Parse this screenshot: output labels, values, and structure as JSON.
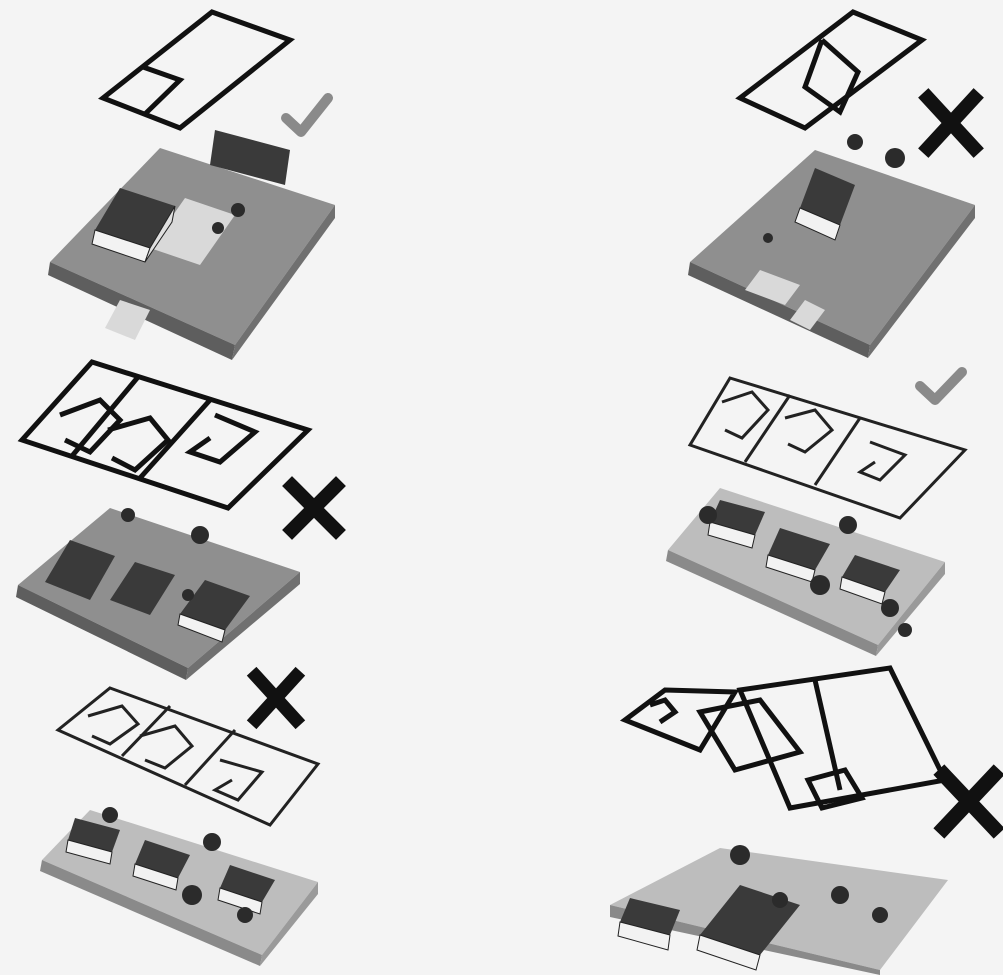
{
  "colors": {
    "background": "#f4f4f4",
    "outline": "#111111",
    "check_mark": "#8a8a8a",
    "cross_mark": "#111111",
    "ground": "#8f8f8f",
    "lawn": "#bdbdbd",
    "road": "#d9d9d9",
    "building_wall": "#f2f2f2",
    "building_roof": "#3a3a3a",
    "tree": "#2b2b2b"
  },
  "panels": [
    {
      "id": "top-left",
      "plan": "single-lot-footprint-corner",
      "model": "single-house-on-lot",
      "verdict": "correct",
      "icon": "check-icon"
    },
    {
      "id": "top-right",
      "plan": "single-lot-footprint-diagonal",
      "model": "single-house-on-lot",
      "verdict": "incorrect",
      "icon": "cross-icon"
    },
    {
      "id": "middle-left",
      "plan": "three-lot-footprints",
      "model": "three-house-street",
      "verdict": "incorrect",
      "icon": "cross-icon"
    },
    {
      "id": "middle-right",
      "plan": "three-lot-footprints",
      "model": "three-house-street",
      "verdict": "correct",
      "icon": "check-icon"
    },
    {
      "id": "bottom-left",
      "plan": "three-lot-footprints",
      "model": "three-house-street",
      "verdict": "incorrect",
      "icon": "cross-icon"
    },
    {
      "id": "bottom-right",
      "plan": "two-lot-footprints",
      "model": "two-building-block",
      "verdict": "incorrect",
      "icon": "cross-icon"
    }
  ]
}
